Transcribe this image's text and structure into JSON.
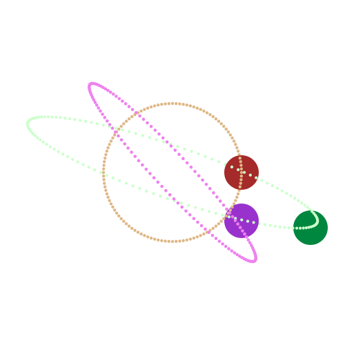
{
  "scene": {
    "background": "#ffffff",
    "orbits": [
      {
        "name": "tan-circle-orbit",
        "color": "#deb887"
      },
      {
        "name": "green-ellipse-orbit",
        "color": "#ccffcc"
      },
      {
        "name": "violet-ellipse-orbit",
        "color": "#ee82ee"
      }
    ],
    "planets": [
      {
        "name": "red-planet",
        "color": "#a52a2a"
      },
      {
        "name": "purple-planet",
        "color": "#9932cc"
      },
      {
        "name": "green-planet",
        "color": "#00873f"
      }
    ]
  }
}
